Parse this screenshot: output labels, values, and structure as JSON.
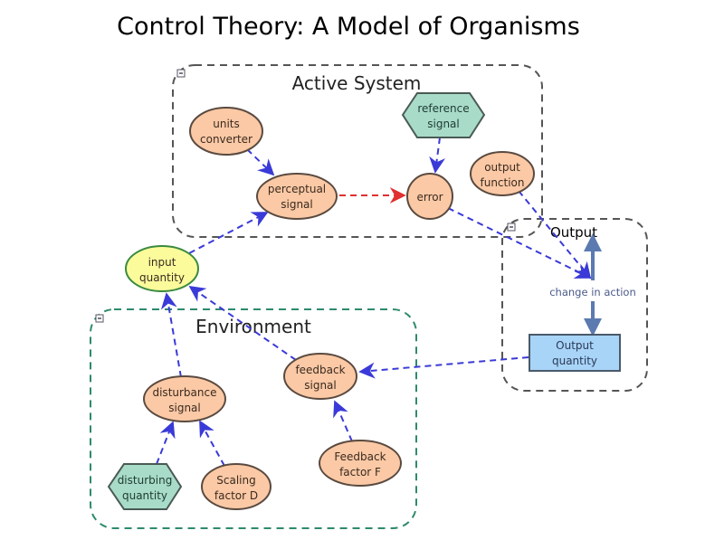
{
  "title": "Control Theory: A Model of Organisms",
  "groups": {
    "active_system": {
      "label": "Active System",
      "collapse_icon": "minus-box-icon"
    },
    "output": {
      "label": "Output",
      "collapse_icon": "minus-box-icon"
    },
    "environment": {
      "label": "Environment",
      "collapse_icon": "minus-box-icon"
    }
  },
  "nodes": {
    "units_converter": {
      "line1": "units",
      "line2": "converter",
      "shape": "ellipse"
    },
    "perceptual_signal": {
      "line1": "perceptual",
      "line2": "signal",
      "shape": "ellipse"
    },
    "reference_signal": {
      "line1": "reference",
      "line2": "signal",
      "shape": "hexagon"
    },
    "error": {
      "line1": "error",
      "shape": "ellipse"
    },
    "output_function": {
      "line1": "output",
      "line2": "function",
      "shape": "ellipse"
    },
    "input_quantity": {
      "line1": "input",
      "line2": "quantity",
      "shape": "ellipse"
    },
    "output_quantity": {
      "line1": "Output",
      "line2": "quantity",
      "shape": "rectangle"
    },
    "feedback_signal": {
      "line1": "feedback",
      "line2": "signal",
      "shape": "ellipse"
    },
    "disturbance_signal": {
      "line1": "disturbance",
      "line2": "signal",
      "shape": "ellipse"
    },
    "feedback_factor": {
      "line1": "Feedback",
      "line2": "factor F",
      "shape": "ellipse"
    },
    "disturbing_quantity": {
      "line1": "disturbing",
      "line2": "quantity",
      "shape": "hexagon"
    },
    "scaling_factor": {
      "line1": "Scaling",
      "line2": "factor D",
      "shape": "ellipse"
    }
  },
  "edges": [
    {
      "from": "units converter",
      "to": "perceptual signal"
    },
    {
      "from": "perceptual signal",
      "to": "error",
      "color": "#e03030"
    },
    {
      "from": "reference signal",
      "to": "error"
    },
    {
      "from": "error",
      "to": "change in action"
    },
    {
      "from": "output function",
      "to": "change in action"
    },
    {
      "from": "input quantity",
      "to": "perceptual signal"
    },
    {
      "from": "disturbance signal",
      "to": "input quantity"
    },
    {
      "from": "feedback signal",
      "to": "input quantity"
    },
    {
      "from": "Output quantity",
      "to": "feedback signal"
    },
    {
      "from": "Feedback factor F",
      "to": "feedback signal"
    },
    {
      "from": "disturbing quantity",
      "to": "disturbance signal"
    },
    {
      "from": "Scaling factor D",
      "to": "disturbance signal"
    }
  ],
  "change_in_action_label": "change in action",
  "colors": {
    "node_orange": "#fbc9a5",
    "node_green": "#a8dcc8",
    "node_yellow": "#fbfb9c",
    "node_blue": "#a8d4f8",
    "edge_blue": "#3a3ad8",
    "edge_red": "#e03030",
    "arrow_steel": "#5b7ab0"
  }
}
